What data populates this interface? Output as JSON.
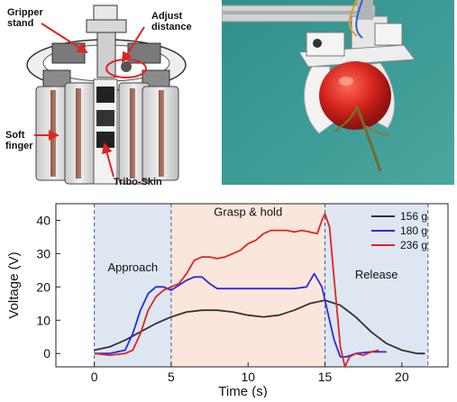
{
  "gripper_labels": {
    "gripper_stand": "Gripper\nstand",
    "adjust_distance": "Adjust\ndistance",
    "soft_finger": "Soft\nfinger",
    "tribo_skin": "Tribo-Skin"
  },
  "colors": {
    "approach_bg": "#dde6f1",
    "grasp_bg": "#fbe6dc",
    "release_bg": "#dde6f1",
    "series_156": "#333333",
    "series_180": "#2a2ae0",
    "series_236": "#e02424",
    "annotation_arrow": "#e02424"
  },
  "chart_data": {
    "type": "line",
    "xlabel": "Time (s)",
    "ylabel": "Voltage (V)",
    "xlim": [
      -2.5,
      23
    ],
    "ylim": [
      -4,
      45
    ],
    "xticks": [
      0,
      5,
      10,
      15,
      20
    ],
    "yticks": [
      0,
      10,
      20,
      30,
      40
    ],
    "phases": [
      {
        "label": "Approach",
        "x0": 0,
        "x1": 5
      },
      {
        "label": "Grasp & hold",
        "x0": 5,
        "x1": 15
      },
      {
        "label": "Release",
        "x0": 15,
        "x1": 21.7
      }
    ],
    "legend_position": "top-right",
    "series": [
      {
        "name": "156 g",
        "color": "#333333",
        "x": [
          0,
          1,
          2,
          3,
          4,
          5,
          6,
          7,
          8,
          9,
          10,
          11,
          12,
          13,
          14,
          15,
          16,
          17,
          18,
          19,
          20,
          21,
          21.5
        ],
        "y": [
          1,
          2,
          4,
          6.5,
          9,
          11,
          12.5,
          13,
          13,
          12.5,
          11.5,
          11,
          11.5,
          13,
          15,
          16,
          14.5,
          11,
          6.5,
          3,
          1,
          0,
          0
        ]
      },
      {
        "name": "180 g",
        "color": "#2a2ae0",
        "x": [
          0,
          1,
          2,
          2.5,
          3,
          3.5,
          4,
          4.5,
          5,
          5.5,
          6,
          6.5,
          7,
          7.5,
          8,
          9,
          10,
          11,
          12,
          13,
          13.8,
          14.3,
          14.8,
          15.2,
          15.6,
          16,
          16.4,
          17,
          18,
          19
        ],
        "y": [
          0,
          0,
          1,
          6,
          13,
          18,
          20,
          20,
          19,
          20.5,
          22,
          23,
          23,
          21,
          19.5,
          19.5,
          19.5,
          19.5,
          19.5,
          19.5,
          20,
          24,
          20,
          12,
          4,
          -1,
          -1,
          0,
          0.5,
          0.5
        ]
      },
      {
        "name": "236 g",
        "color": "#e02424",
        "x": [
          0,
          1,
          2,
          2.5,
          3,
          3.5,
          4,
          4.5,
          5,
          5.5,
          6,
          6.5,
          7,
          7.5,
          8,
          8.5,
          9,
          9.5,
          10,
          10.5,
          11,
          11.5,
          12,
          12.5,
          13,
          13.5,
          14,
          14.5,
          14.8,
          15,
          15.3,
          15.6,
          16,
          16.3,
          16.6,
          17,
          17.5,
          18,
          18.5
        ],
        "y": [
          0,
          -0.5,
          0,
          1,
          6,
          13,
          17,
          19,
          20,
          21,
          24,
          28,
          29,
          29,
          28.5,
          29,
          30,
          31,
          33,
          34,
          36,
          37,
          37,
          37,
          36.5,
          37,
          36.5,
          36,
          40,
          42,
          38,
          22,
          2,
          -4,
          -1,
          0,
          -0.5,
          0.5,
          1
        ]
      }
    ]
  }
}
